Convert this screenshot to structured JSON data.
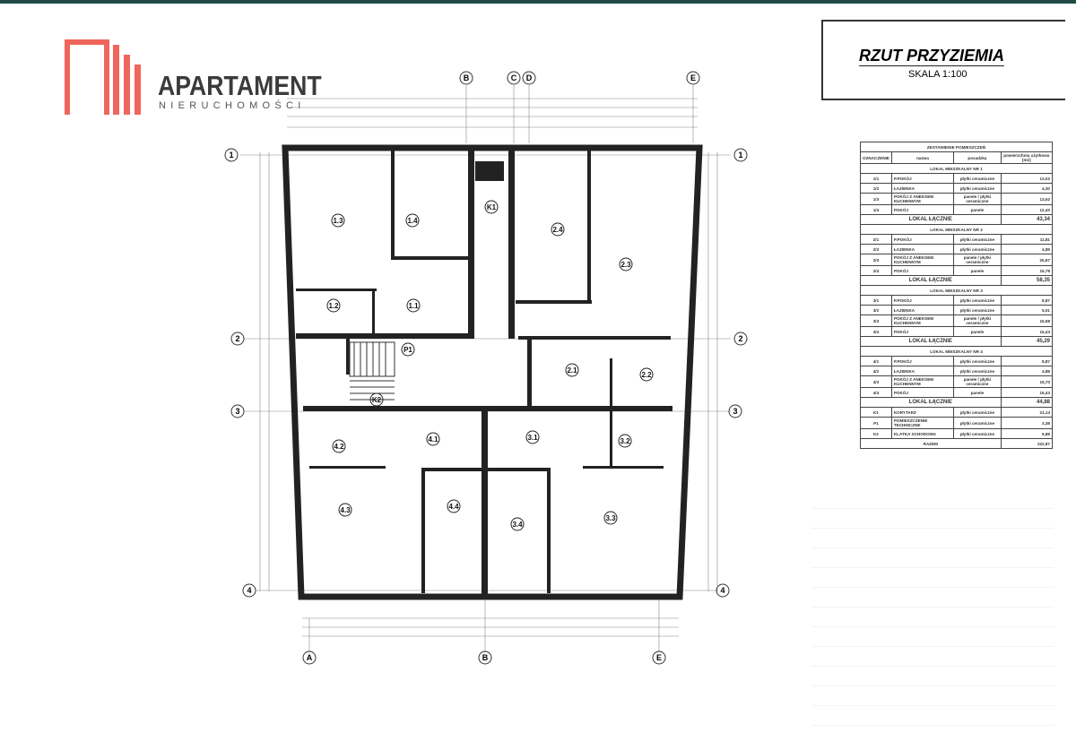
{
  "brand": {
    "name": "APARTAMENT",
    "tagline": "NIERUCHOMOŚCI",
    "color": "#f0665c"
  },
  "title_block": {
    "title": "RZUT PRZYZIEMIA",
    "scale": "SKALA 1:100"
  },
  "axes": {
    "rows": [
      "1",
      "2",
      "3",
      "4"
    ],
    "columns": [
      "A",
      "B",
      "C",
      "D",
      "E"
    ]
  },
  "rooms": [
    "1.3",
    "1.4",
    "K1",
    "2.4",
    "2.3",
    "1.2",
    "1.1",
    "P1",
    "K2",
    "2.1",
    "2.2",
    "4.2",
    "4.1",
    "3.1",
    "3.2",
    "4.3",
    "4.4",
    "3.4",
    "3.3"
  ],
  "room_table": {
    "title": "ZESTAWIENIE POMIESZCZEŃ",
    "headers": [
      "OZNACZENIE",
      "nazwa",
      "posadzka",
      "powierzchnia użytkowa [m2]"
    ],
    "groups": [
      {
        "name": "LOKAL MIESZKALNY NR 1",
        "rows": [
          [
            "1/1",
            "P.POKÓJ",
            "płytki ceramiczne",
            "13,02"
          ],
          [
            "1/2",
            "ŁAZIENKA",
            "płytki ceramiczne",
            "4,30"
          ],
          [
            "1/3",
            "POKÓJ Z ANEKSEM KUCHENNYM",
            "panele / płytki ceramiczne",
            "13,62"
          ],
          [
            "1/4",
            "POKÓJ",
            "panele",
            "12,40"
          ]
        ],
        "total_label": "LOKAL ŁĄCZNIE",
        "total": "43,34"
      },
      {
        "name": "LOKAL MIESZKALNY NR 2",
        "rows": [
          [
            "2/1",
            "P.POKÓJ",
            "płytki ceramiczne",
            "11,81"
          ],
          [
            "2/2",
            "ŁAZIENKA",
            "płytki ceramiczne",
            "4,89"
          ],
          [
            "2/3",
            "POKÓJ Z ANEKSEM KUCHENNYM",
            "panele / płytki ceramiczne",
            "25,87"
          ],
          [
            "2/4",
            "POKÓJ",
            "panele",
            "15,78"
          ]
        ],
        "total_label": "LOKAL ŁĄCZNIE",
        "total": "58,35"
      },
      {
        "name": "LOKAL MIESZKALNY NR 3",
        "rows": [
          [
            "3/1",
            "P.POKÓJ",
            "płytki ceramiczne",
            "8,87"
          ],
          [
            "3/2",
            "ŁAZIENKA",
            "płytki ceramiczne",
            "5,01"
          ],
          [
            "3/3",
            "POKÓJ Z ANEKSEM KUCHENNYM",
            "panele / płytki ceramiczne",
            "15,98"
          ],
          [
            "3/4",
            "POKÓJ",
            "panele",
            "15,43"
          ]
        ],
        "total_label": "LOKAL ŁĄCZNIE",
        "total": "45,29"
      },
      {
        "name": "LOKAL MIESZKALNY NR 4",
        "rows": [
          [
            "4/1",
            "P.POKÓJ",
            "płytki ceramiczne",
            "8,87"
          ],
          [
            "4/2",
            "ŁAZIENKA",
            "płytki ceramiczne",
            "4,88"
          ],
          [
            "4/3",
            "POKÓJ Z ANEKSEM KUCHENNYM",
            "panele / płytki ceramiczne",
            "15,70"
          ],
          [
            "4/4",
            "POKÓJ",
            "panele",
            "15,43"
          ]
        ],
        "total_label": "LOKAL ŁĄCZNIE",
        "total": "44,88"
      }
    ],
    "extra": [
      [
        "K1",
        "KORYTARZ",
        "płytki ceramiczne",
        "21,14"
      ],
      [
        "P1",
        "POMIESZCZENIE TECHNICZNE",
        "płytki ceramiczne",
        "3,38"
      ],
      [
        "K2",
        "KLATKA SCHODOWA",
        "płytki ceramiczne",
        "6,88"
      ]
    ],
    "sum_label": "RAZEM",
    "sum": "222,87"
  }
}
